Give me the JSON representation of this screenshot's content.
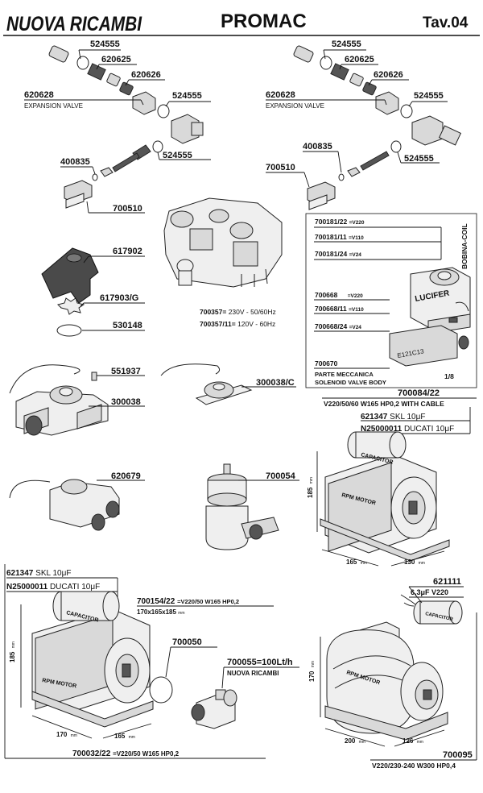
{
  "header": {
    "brand": "NUOVA RICAMBI",
    "title": "PROMAC",
    "table": "Tav.04"
  },
  "expansion_left": {
    "p524555a": "524555",
    "p620625": "620625",
    "p620626": "620626",
    "p620628": "620628",
    "caption": "EXPANSION VALVE",
    "p524555b": "524555",
    "p524555c": "524555",
    "p400835": "400835",
    "p700510": "700510"
  },
  "expansion_right": {
    "p524555a": "524555",
    "p620625": "620625",
    "p620626": "620626",
    "p620628": "620628",
    "caption": "EXPANSION VALVE",
    "p524555b": "524555",
    "p524555c": "524555",
    "p400835": "400835",
    "p700510": "700510"
  },
  "misc_parts": {
    "p617902": "617902",
    "p617903g": "617903/G",
    "p530148": "530148"
  },
  "solenoid_body": {
    "p700357": "700357=",
    "p700357_spec": "230V - 50/60Hz",
    "p700357_11": "700357/11=",
    "p700357_11_spec": "120V - 60Hz"
  },
  "coil": {
    "p700181_22": "700181/22",
    "p700181_22_v": "=V220",
    "p700181_11": "700181/11",
    "p700181_11_v": "=V110",
    "p700181_24": "700181/24",
    "p700181_24_v": "=V24",
    "side_label": "BOBINA-COIL",
    "p700668": "700668",
    "p700668_v": "=V220",
    "p700668_11": "700668/11",
    "p700668_11_v": "=V110",
    "p700668_24": "700668/24",
    "p700668_24_v": "=V24",
    "brand_mark": "LUCIFER",
    "body_mark": "E121C13",
    "p700670": "700670",
    "caption_it": "PARTE MECCANICA",
    "caption_en": "SOLENOID VALVE BODY",
    "thread": "1/8"
  },
  "flowmeters": {
    "p551937": "551937",
    "p300038": "300038",
    "p300038c": "300038/C",
    "p620679": "620679",
    "p700054": "700054"
  },
  "motor_top_right": {
    "p700084": "700084/22",
    "spec": "V220/50/60 W165 HP0,2 WITH CABLE",
    "cap1_code": "621347",
    "cap1_spec": "SKL 10μF",
    "cap2_code": "N25000011",
    "cap2_spec": "DUCATI 10μF",
    "cap_mark": "CAPACITOR",
    "motor_mark": "RPM MOTOR",
    "dim_h": "185",
    "dim_w": "165",
    "dim_d": "130",
    "unit": "mm"
  },
  "motor_bottom_left": {
    "cap1_code": "621347",
    "cap1_spec": "SKL 10μF",
    "cap2_code": "N25000011",
    "cap2_spec": "DUCATI 10μF",
    "p700154": "700154/22",
    "p700154_spec": "=V220/50 W165 HP0,2",
    "dims_text": "170x165x185",
    "dims_unit": "mm",
    "cap_mark": "CAPACITOR",
    "motor_mark": "RPM MOTOR",
    "dim_h": "185",
    "dim_w": "170",
    "dim_d": "165",
    "unit": "mm",
    "p700050": "700050",
    "p700055": "700055=100Lt/h",
    "p700055_brand": "NUOVA RICAMBI",
    "p700032": "700032/22",
    "p700032_spec": "=V220/50 W165 HP0,2"
  },
  "motor_bottom_right": {
    "cap_code": "621111",
    "cap_spec": "6,3μF V220",
    "cap_mark": "CAPACITOR",
    "motor_mark": "RPM MOTOR",
    "dim_h": "170",
    "dim_w": "200",
    "dim_d": "126",
    "unit": "mm",
    "p700095": "700095",
    "spec": "V220/230-240 W300 HP0,4"
  }
}
